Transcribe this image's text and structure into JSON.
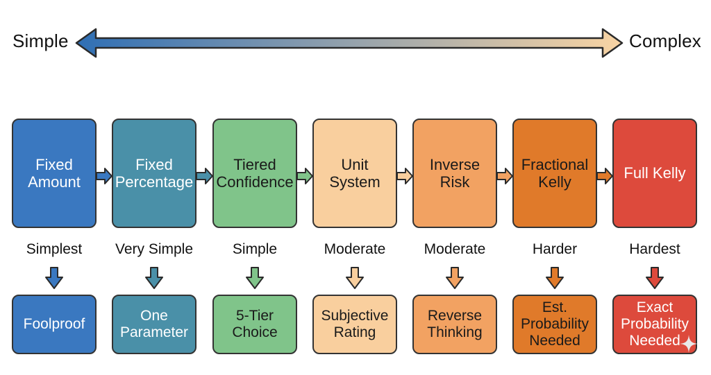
{
  "scale": {
    "left_label": "Simple",
    "right_label": "Complex",
    "gradient_start": "#2f6fb5",
    "gradient_end": "#f9d4a3"
  },
  "stages": [
    {
      "method": "Fixed\nAmount",
      "level": "Simplest",
      "trait": "Foolproof",
      "color": "#3a78c0",
      "text_color": "#ffffff"
    },
    {
      "method": "Fixed\nPercentage",
      "level": "Very Simple",
      "trait": "One\nParameter",
      "color": "#4a90a8",
      "text_color": "#ffffff"
    },
    {
      "method": "Tiered\nConfidence",
      "level": "Simple",
      "trait": "5-Tier\nChoice",
      "color": "#80c48a",
      "text_color": "#1a1a1a"
    },
    {
      "method": "Unit\nSystem",
      "level": "Moderate",
      "trait": "Subjective\nRating",
      "color": "#f9cf9e",
      "text_color": "#1a1a1a"
    },
    {
      "method": "Inverse\nRisk",
      "level": "Moderate",
      "trait": "Reverse\nThinking",
      "color": "#f2a262",
      "text_color": "#1a1a1a"
    },
    {
      "method": "Fractional\nKelly",
      "level": "Harder",
      "trait": "Est.\nProbability\nNeeded",
      "color": "#e07a2a",
      "text_color": "#1a1a1a"
    },
    {
      "method": "Full Kelly",
      "level": "Hardest",
      "trait": "Exact\nProbability\nNeeded",
      "color": "#dd4a3c",
      "text_color": "#ffffff"
    }
  ]
}
